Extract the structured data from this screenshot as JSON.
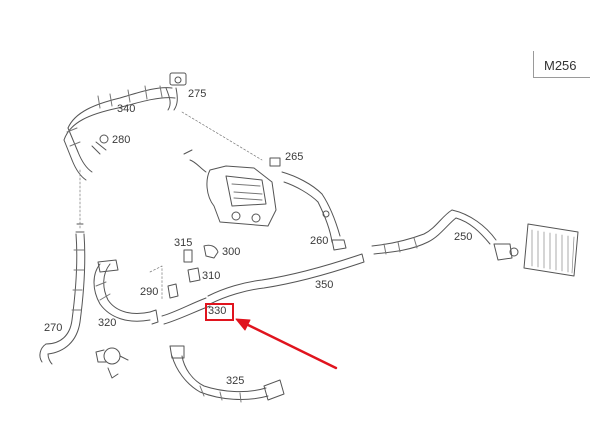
{
  "model_label": "M256",
  "highlighted_part": "330",
  "arrow_color": "#e0141e",
  "parts": {
    "p250": "250",
    "p260": "260",
    "p265": "265",
    "p270": "270",
    "p275": "275",
    "p280": "280",
    "p290": "290",
    "p300": "300",
    "p310": "310",
    "p315": "315",
    "p320": "320",
    "p325": "325",
    "p340": "340",
    "p350": "350"
  }
}
